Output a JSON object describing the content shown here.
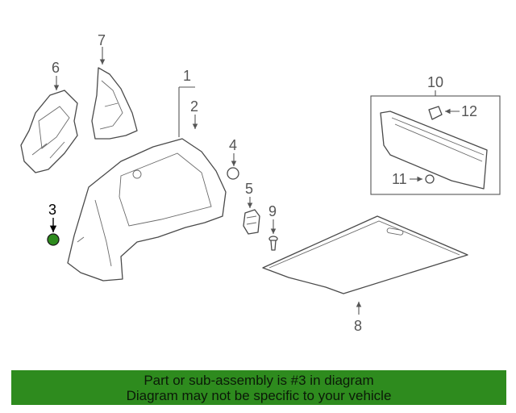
{
  "callouts": {
    "c1": "1",
    "c2": "2",
    "c3": "3",
    "c4": "4",
    "c5": "5",
    "c6": "6",
    "c7": "7",
    "c8": "8",
    "c9": "9",
    "c10": "10",
    "c11": "11",
    "c12": "12"
  },
  "highlight_color": "#2e8b1e",
  "banner": {
    "line1": "Part or sub-assembly is #3 in diagram",
    "line2": "Diagram may not be specific to your vehicle"
  }
}
